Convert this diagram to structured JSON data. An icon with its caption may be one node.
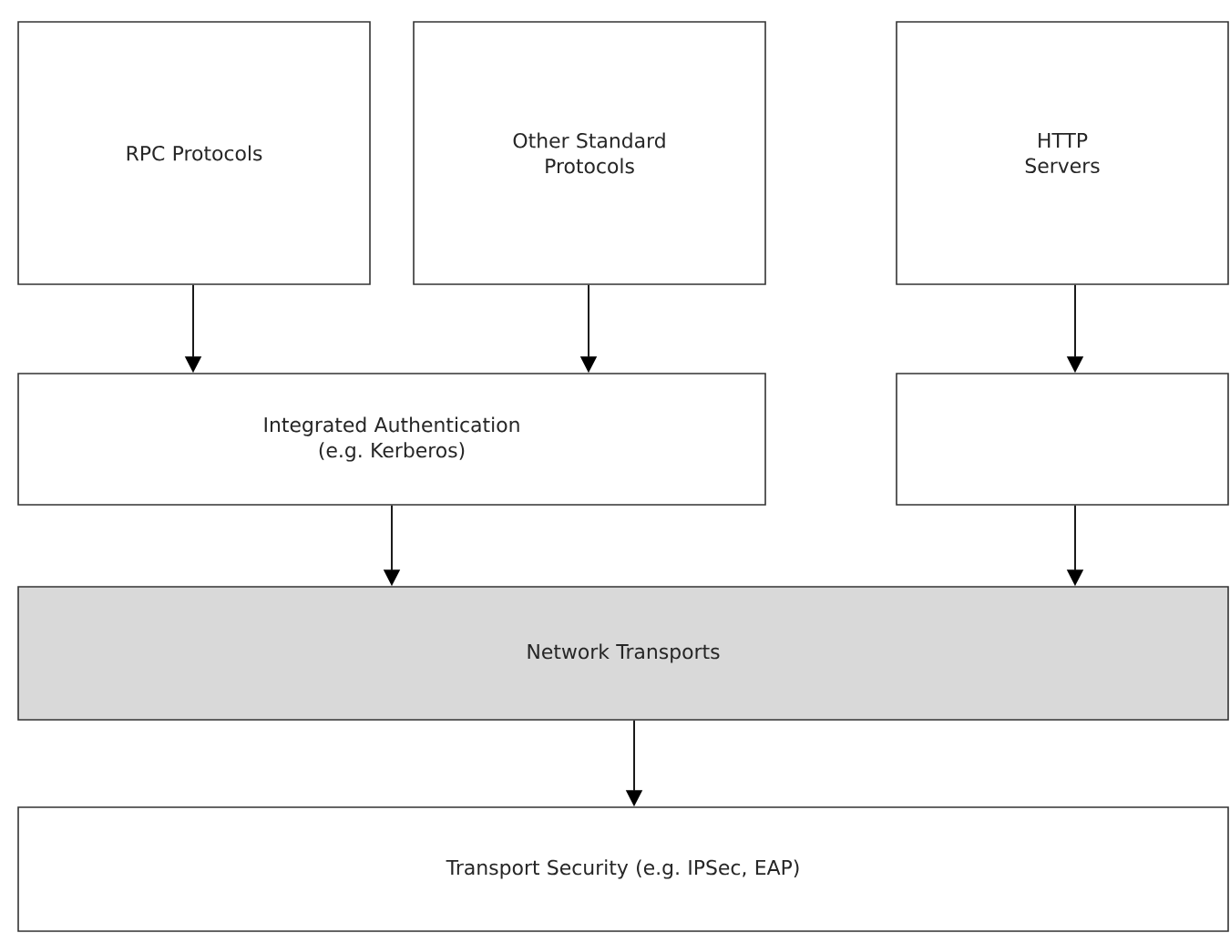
{
  "diagram": {
    "nodes": [
      {
        "text": [
          "RPC Protocols"
        ]
      },
      {
        "text": [
          "Other Standard Protocols"
        ]
      },
      {
        "text": [
          "HTTP Servers"
        ]
      },
      {
        "text": [
          "Integrated Authentication (e.g. Kerberos)"
        ]
      },
      {
        "text": [],
        "shape": "box"
      },
      {
        "text": [
          "Network Transports"
        ]
      },
      {
        "text": [
          "Transport Security (e.g. IPSec, EAP)"
        ]
      }
    ],
    "edges": [
      {
        "from": 0,
        "to": 3,
        "arrow": "to"
      },
      {
        "from": 1,
        "to": 3,
        "arrow": "to"
      },
      {
        "from": 2,
        "to": 4,
        "arrow": "to"
      },
      {
        "from": 3,
        "to": 5,
        "arrow": "to"
      },
      {
        "from": 4,
        "to": 5,
        "arrow": "to"
      },
      {
        "from": 5,
        "to": 6,
        "arrow": "to"
      }
    ]
  }
}
